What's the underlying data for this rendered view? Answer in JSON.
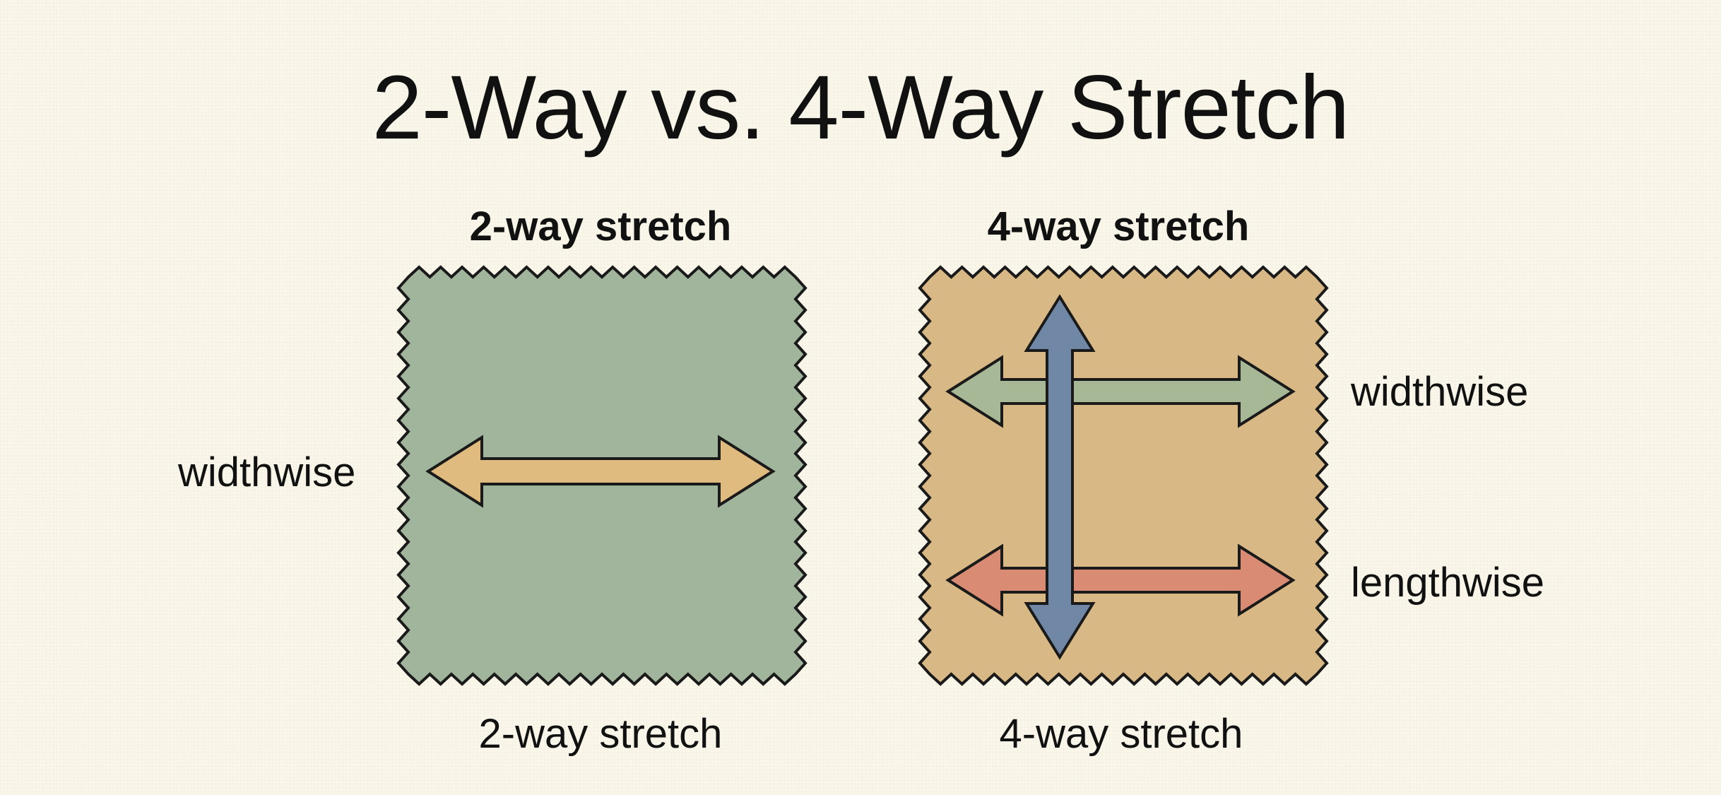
{
  "title": "2-Way vs. 4-Way Stretch",
  "swatch_2way": {
    "top_label": "2-way stretch",
    "bottom_label": "2-way stretch",
    "side_label": "widthwise",
    "color": "#a0b59c",
    "arrow_color": "#e0bb80"
  },
  "swatch_4way": {
    "top_label": "4-way stretch",
    "bottom_label": "4-way stretch",
    "widthwise_label": "widthwise",
    "lengthwise_label": "lengthwise",
    "color": "#d8b884",
    "widthwise_arrow_color": "#a6b896",
    "lengthwise_arrow_color": "#d98c73",
    "vertical_arrow_color": "#7187a6"
  },
  "stroke_color": "#1a1a1a"
}
